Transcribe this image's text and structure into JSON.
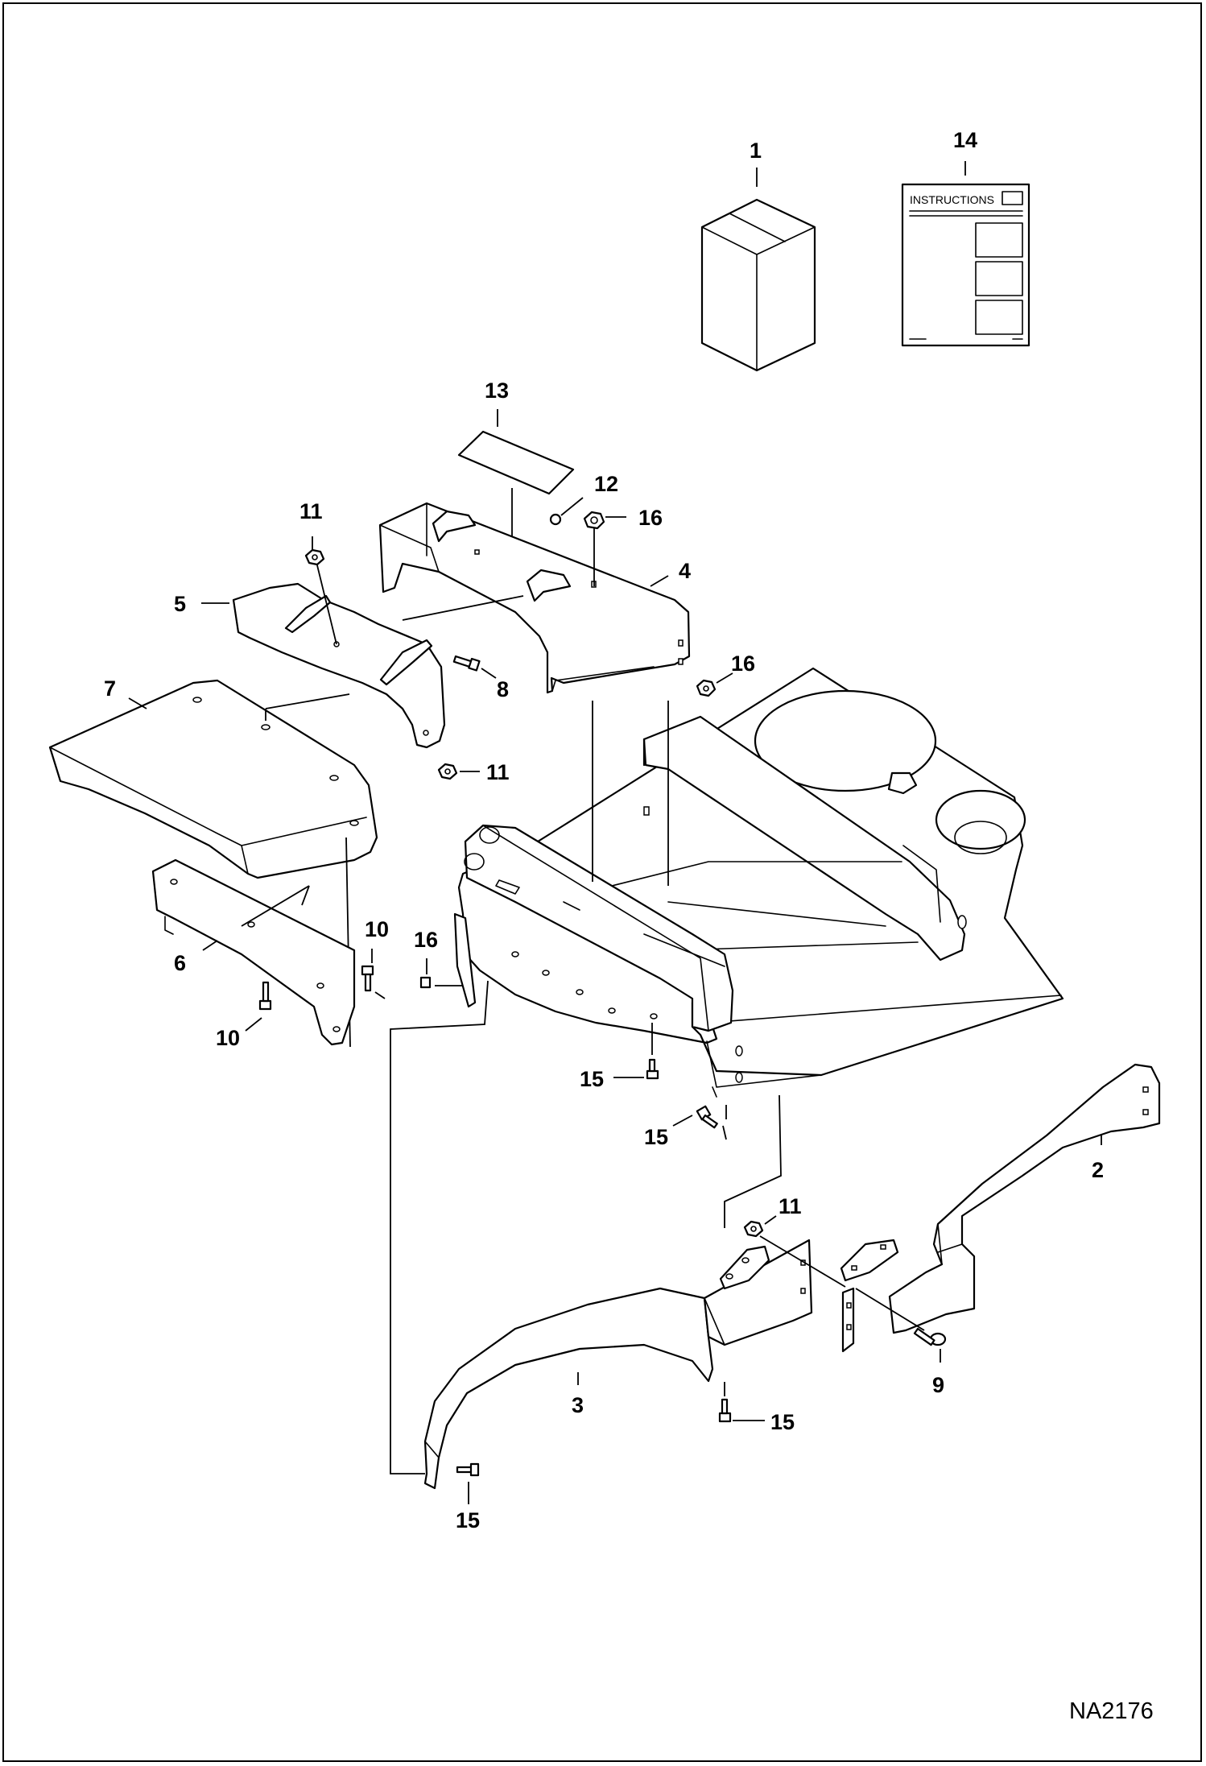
{
  "figure": {
    "document_number": "NA2176",
    "instructions_sheet_title": "INSTRUCTIONS"
  },
  "callouts": {
    "c1": "1",
    "c14": "14",
    "c13": "13",
    "c12": "12",
    "c16a": "16",
    "c11a": "11",
    "c4": "4",
    "c5": "5",
    "c8": "8",
    "c16b": "16",
    "c7": "7",
    "c11b": "11",
    "c10a": "10",
    "c16c": "16",
    "c6": "6",
    "c10b": "10",
    "c15a": "15",
    "c15b": "15",
    "c2": "2",
    "c11c": "11",
    "c9": "9",
    "c3": "3",
    "c15c": "15",
    "c15d": "15"
  }
}
